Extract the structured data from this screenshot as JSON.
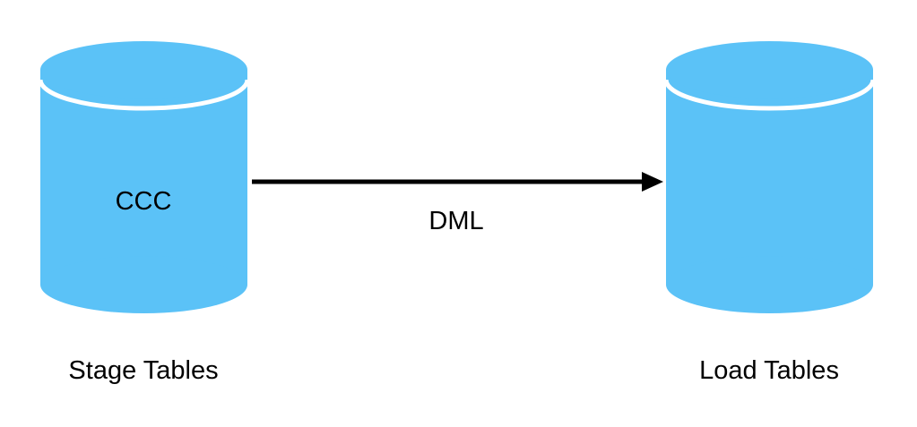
{
  "colors": {
    "cylinder_fill": "#5BC2F7",
    "cylinder_rim": "#ffffff",
    "arrow": "#000000",
    "text": "#000000",
    "background": "#ffffff"
  },
  "nodes": {
    "stage": {
      "inner_label": "CCC",
      "caption": "Stage Tables",
      "icon": "database-cylinder-icon"
    },
    "load": {
      "inner_label": "",
      "caption": "Load Tables",
      "icon": "database-cylinder-icon"
    }
  },
  "edge": {
    "label": "DML",
    "from": "stage",
    "to": "load",
    "icon": "arrow-right-icon"
  }
}
